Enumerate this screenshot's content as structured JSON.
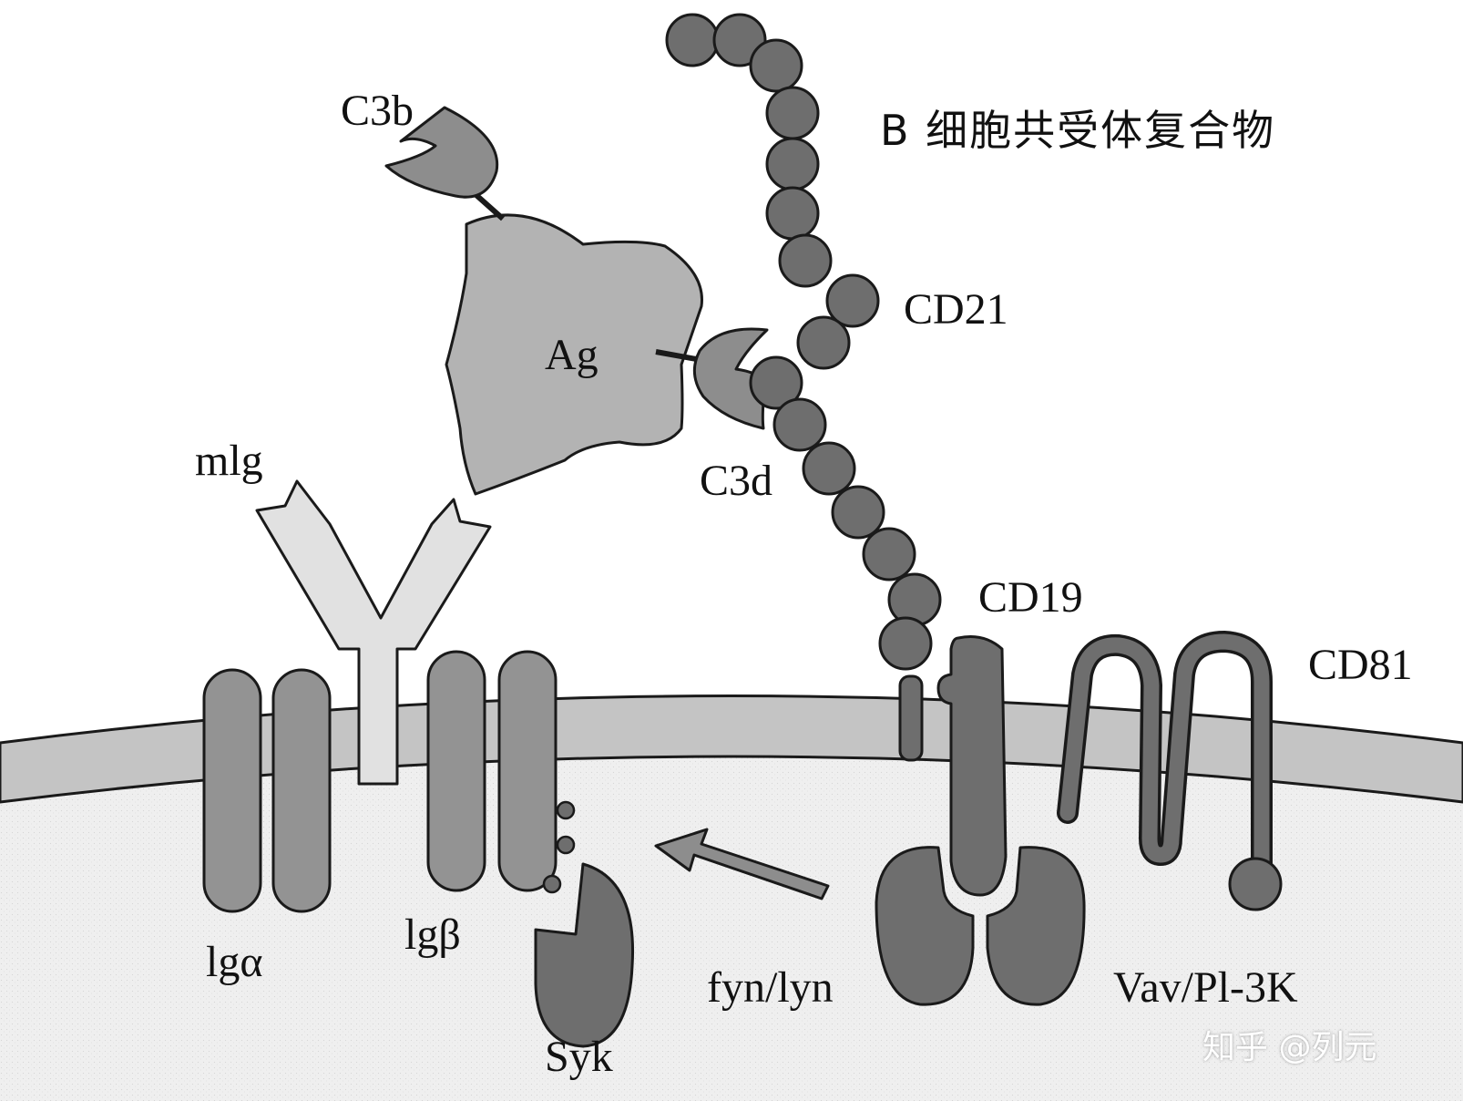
{
  "diagram": {
    "title": "B 细胞共受体复合物",
    "labels": {
      "c3b": "C3b",
      "ag": "Ag",
      "c3d": "C3d",
      "cd21": "CD21",
      "mlg": "mlg",
      "cd19": "CD19",
      "cd81": "CD81",
      "lga": "lgα",
      "lgb": "lgβ",
      "syk": "Syk",
      "fyn_lyn": "fyn/lyn",
      "vav_pi3k": "Vav/Pl-3K"
    },
    "watermark": "知乎 @列元"
  },
  "colors": {
    "membrane": "#c4c4c4",
    "cytoplasm": "#eeeeee",
    "protein_mid": "#8d8d8d",
    "protein_dark": "#6e6e6e",
    "antigen": "#b3b3b3",
    "mlg_light": "#e1e1e1",
    "outline": "#1a1a1a"
  }
}
